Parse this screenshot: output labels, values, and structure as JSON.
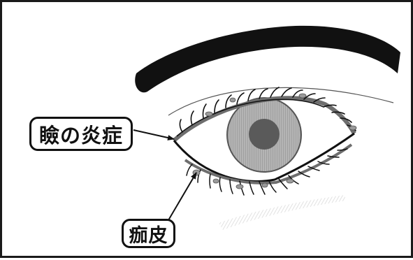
{
  "labels": {
    "eyelid_inflammation": "瞼の炎症",
    "crust": "痂皮"
  },
  "colors": {
    "outline": "#111111",
    "eyebrow": "#111111",
    "lid_margin": "#6e6e6e",
    "iris": "#a8a8a8",
    "pupil": "#5a5a5a",
    "crust_spots": "#9a9a9a"
  },
  "icons": {
    "eyebrow": "eyebrow-shape",
    "eye": "eye-illustration"
  }
}
